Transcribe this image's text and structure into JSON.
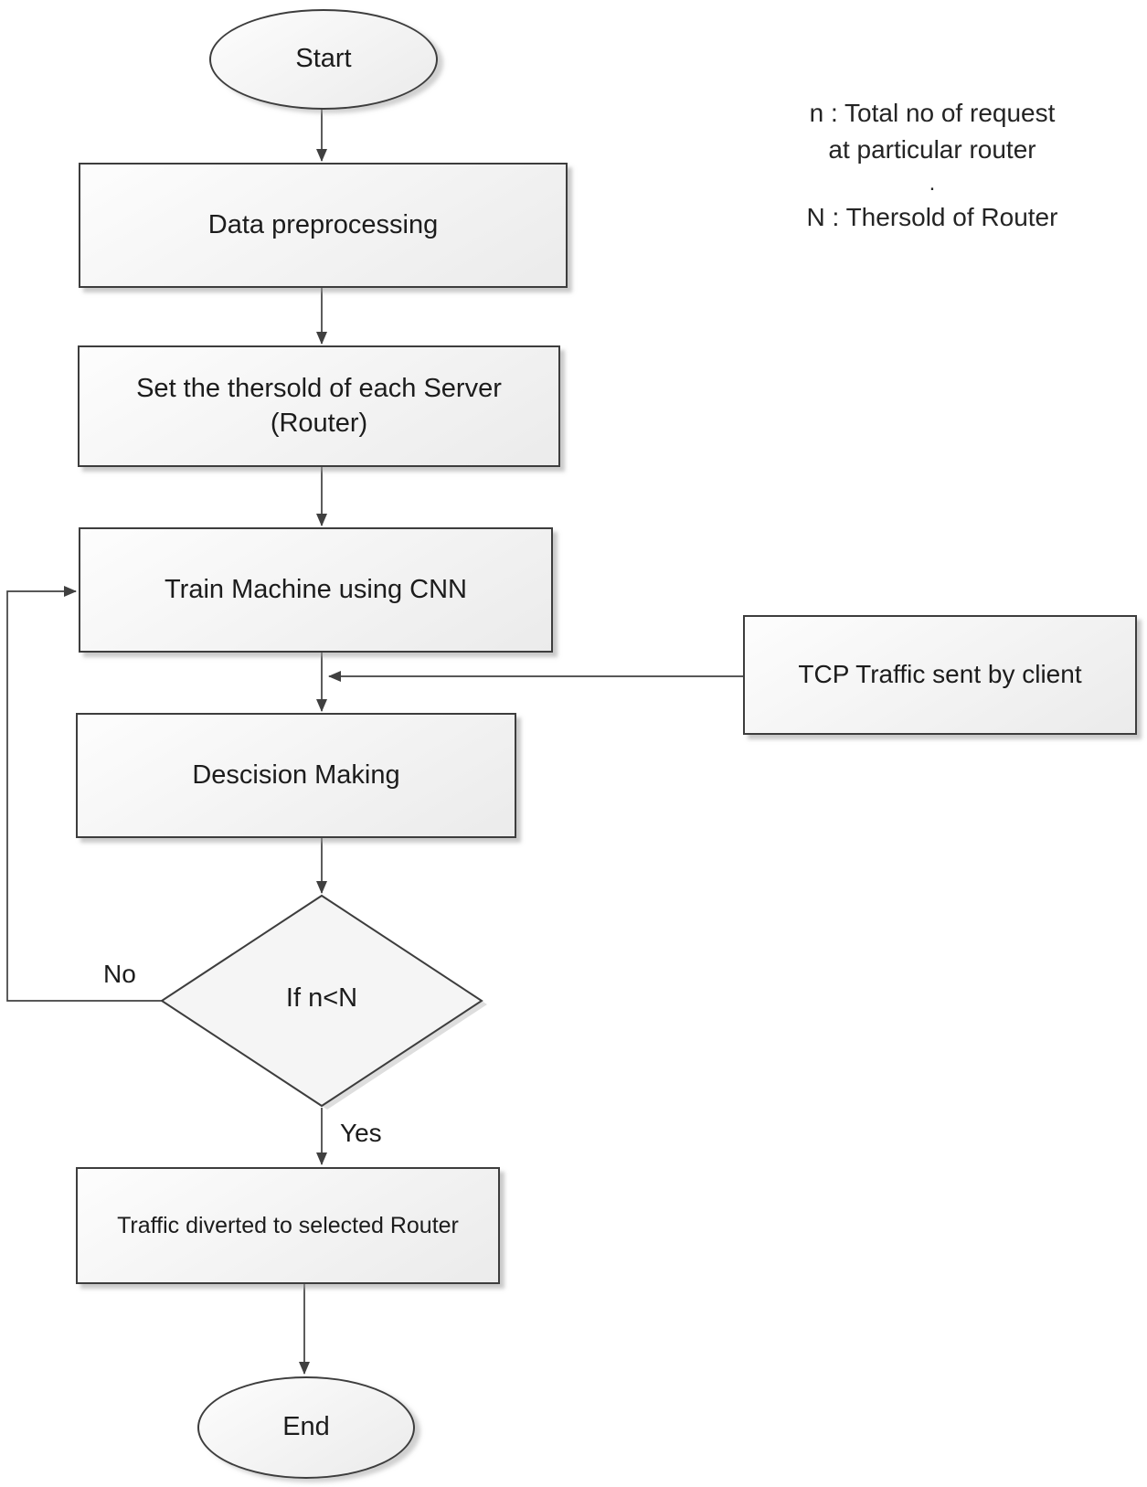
{
  "diagram_type": "flowchart",
  "colors": {
    "background": "#ffffff",
    "node_fill": "#f3f3f3",
    "node_border": "#3d3d3d",
    "connector": "#404040",
    "text": "#1c1c1c"
  },
  "nodes": {
    "start": {
      "label": "Start",
      "type": "terminator"
    },
    "data_preprocessing": {
      "label": "Data preprocessing",
      "type": "process"
    },
    "set_threshold": {
      "label": "Set the thersold of each Server (Router)",
      "type": "process"
    },
    "train_machine": {
      "label": "Train Machine using CNN",
      "type": "process"
    },
    "tcp_traffic": {
      "label": "TCP Traffic sent by client",
      "type": "process"
    },
    "decision_making": {
      "label": "Descision Making",
      "type": "process"
    },
    "if_condition": {
      "label": "If n<N",
      "type": "decision"
    },
    "traffic_diverted": {
      "label": "Traffic diverted to selected Router",
      "type": "process"
    },
    "end": {
      "label": "End",
      "type": "terminator"
    }
  },
  "edge_labels": {
    "no": "No",
    "yes": "Yes"
  },
  "legend": {
    "lines": [
      "n : Total no of request",
      "at particular router",
      ".",
      "N : Thersold of Router"
    ]
  }
}
